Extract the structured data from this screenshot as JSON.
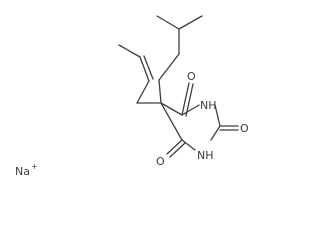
{
  "molecule": {
    "atoms": {
      "o1": "O",
      "o2": "O",
      "o3": "O",
      "n1": "NH",
      "n2": "NH"
    },
    "counterion": {
      "symbol": "Na",
      "charge": "+"
    }
  }
}
